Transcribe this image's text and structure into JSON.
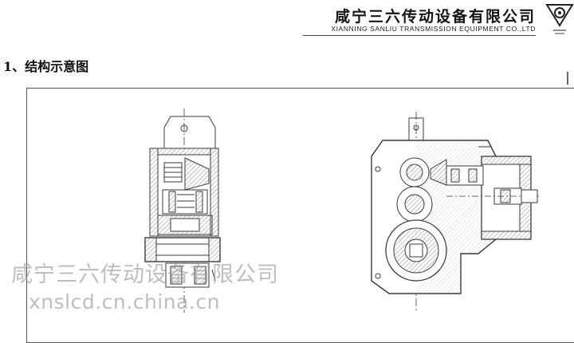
{
  "header": {
    "company_cn": "咸宁三六传动设备有限公司",
    "company_en": "XIANNING SANLIU TRANSMISSION EQUIPMENT CO.,LTD",
    "logo_icon": "triangle-gear-logo-icon"
  },
  "section": {
    "title": "1、结构示意图"
  },
  "drawing": {
    "left_view": "gearbox-side-section-drawing",
    "right_view": "gearbox-front-section-drawing",
    "line_color": "#3a3a3a",
    "hatch_color": "#8a8a8a"
  },
  "watermark": {
    "cn": "咸宁三六传动设备有限公司",
    "url": "xnslcd.cn.china.cn"
  }
}
